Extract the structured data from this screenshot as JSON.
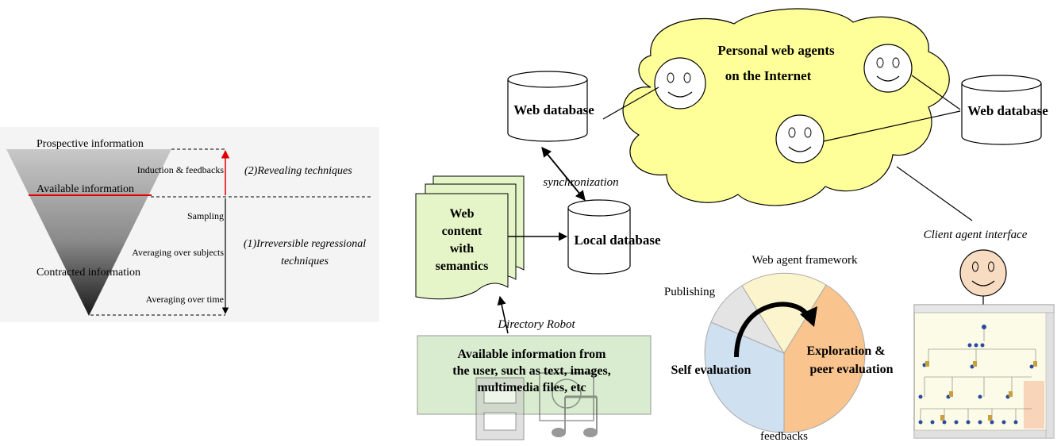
{
  "funnel": {
    "prospective": "Prospective information",
    "available": "Available information",
    "contracted": "Contracted information",
    "step_induction": "Induction & feedbacks",
    "step_sampling": "Sampling",
    "step_avg_subjects": "Averaging over subjects",
    "step_avg_time": "Averaging over time",
    "revealing": "(2)Revealing techniques",
    "irreversible_line1": "(1)Irreversible regressional",
    "irreversible_line2": "techniques"
  },
  "architecture": {
    "cloud_line1": "Personal web agents",
    "cloud_line2": "on the Internet",
    "web_db_left": "Web database",
    "web_db_right": "Web database",
    "sync": "synchronization",
    "local_db": "Local database",
    "doc_line1": "Web",
    "doc_line2": "content",
    "doc_line3": "with",
    "doc_line4": "semantics",
    "robot": "Directory Robot",
    "info_line1": "Available information from",
    "info_line2": "the user, such as text, images,",
    "info_line3": "multimedia files, etc",
    "client": "Client agent interface",
    "framework": "Web agent framework",
    "publishing": "Publishing",
    "exploration_line1": "Exploration &",
    "exploration_line2": "peer evaluation",
    "self_eval": "Self evaluation",
    "feedbacks": "feedbacks"
  },
  "colors": {
    "cloud": "#ffff99",
    "document": "#e6f5c8",
    "info_box": "#d9ecd0",
    "self_eval": "#cfe0f0",
    "exploration": "#f9c48e",
    "publishing": "#e4e4e4",
    "top_slice": "#fbf4cc",
    "face": "#f7dcc2",
    "red_line": "#e00000"
  }
}
